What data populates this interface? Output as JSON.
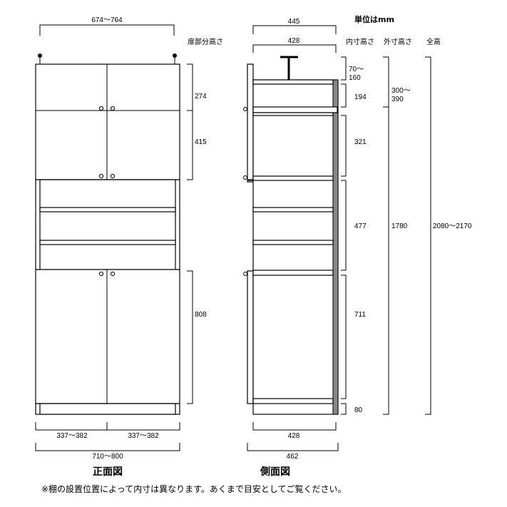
{
  "unit_label": "単位はmm",
  "front_view": {
    "caption": "正面図",
    "top_width": "674～764",
    "bottom_width": "710～800",
    "door_width_left": "337～382",
    "door_width_right": "337～382",
    "door_section_label": "扉部分高さ",
    "door_heights": [
      "274",
      "415",
      "808"
    ]
  },
  "side_view": {
    "caption": "側面図",
    "top_depth": "445",
    "inner_depth_top": "428",
    "inner_depth_bottom": "428",
    "outer_depth": "462",
    "inner_height_label": "内寸高さ",
    "outer_height_label": "外寸高さ",
    "total_height_label": "全高",
    "inner_heights": [
      "70～160",
      "194",
      "321",
      "477",
      "711",
      "80"
    ],
    "outer_heights": [
      "300～390",
      "1780"
    ],
    "total_height": "2080～2170"
  },
  "footnote": "※棚の設置位置によって内寸は異なります。あくまで目安としてご覧ください。"
}
